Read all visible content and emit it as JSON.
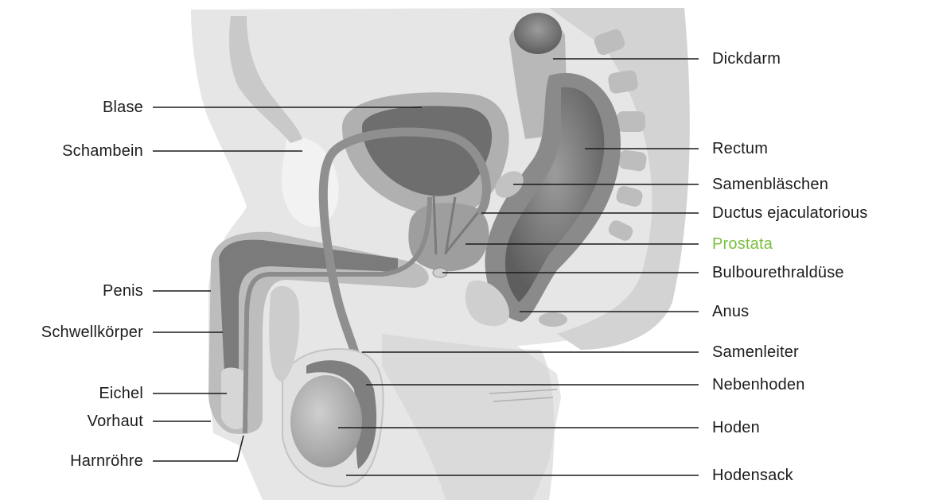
{
  "highlight_color": "#7bbf3f",
  "labels": {
    "left": {
      "blase": "Blase",
      "schambein": "Schambein",
      "penis": "Penis",
      "schwellkoerper": "Schwellkörper",
      "eichel": "Eichel",
      "vorhaut": "Vorhaut",
      "harnroehre": "Harnröhre"
    },
    "right": {
      "dickdarm": "Dickdarm",
      "rectum": "Rectum",
      "samenblaeschen": "Samenbläschen",
      "ductus": "Ductus ejaculatorious",
      "prostata": "Prostata",
      "bulbourethral": "Bulbourethraldüse",
      "anus": "Anus",
      "samenleiter": "Samenleiter",
      "nebenhoden": "Nebenhoden",
      "hoden": "Hoden",
      "hodensack": "Hodensack"
    }
  },
  "highlighted_label": "prostata"
}
